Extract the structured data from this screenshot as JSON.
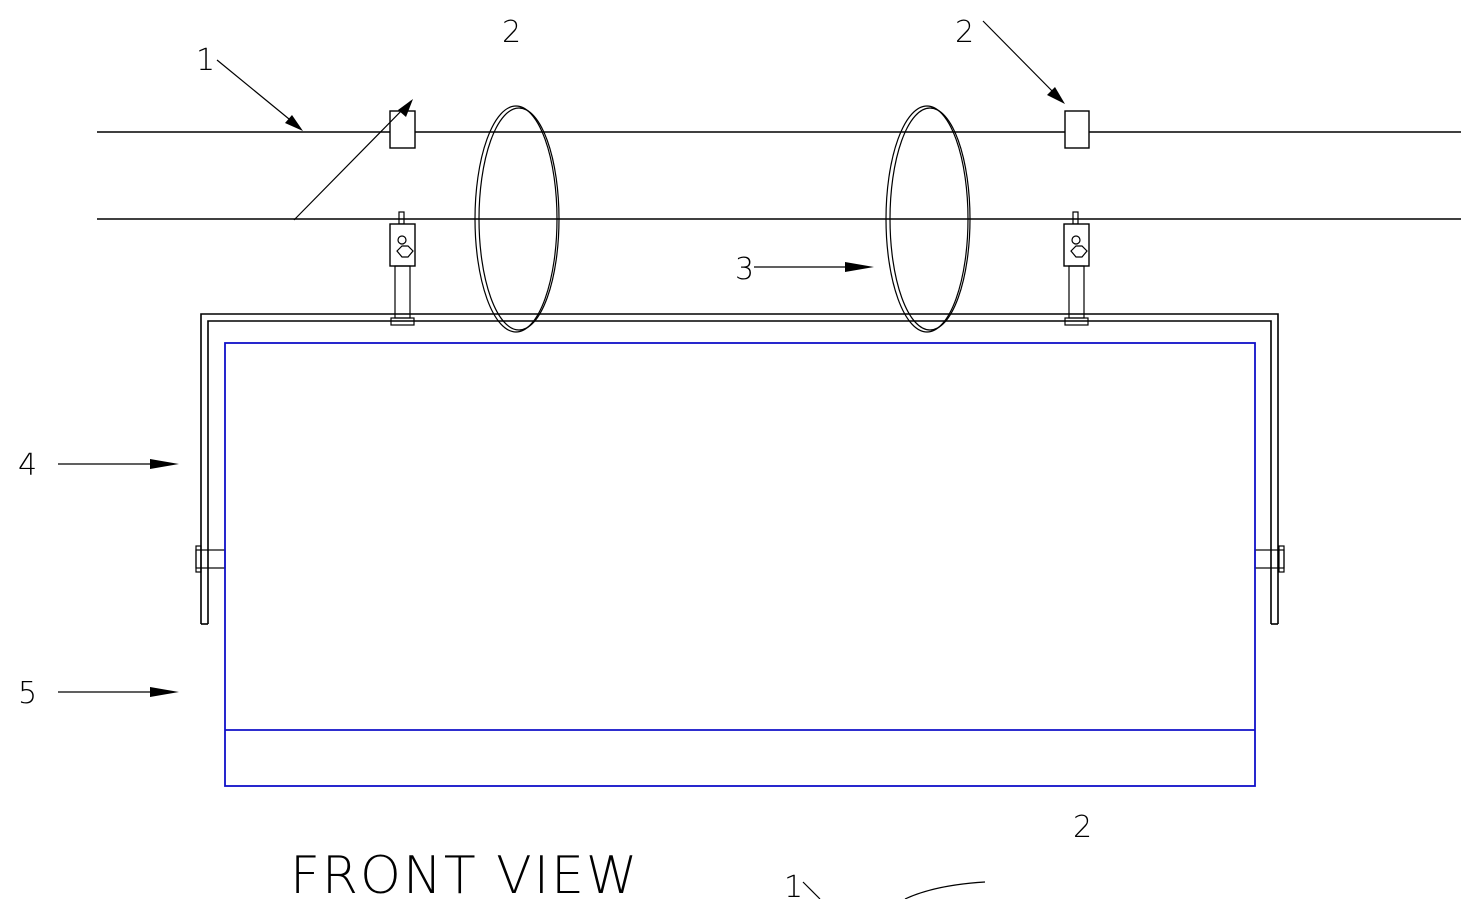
{
  "drawing": {
    "callouts": {
      "c1_top": "1",
      "c2_left": "2",
      "c2_right": "2",
      "c3": "3",
      "c4": "4",
      "c5": "5",
      "c2_bottom": "2",
      "c1_bottom": "1"
    },
    "title": "FRONT VIEW",
    "colors": {
      "line": "#000000",
      "panel": "#1010c8",
      "background": "#ffffff"
    }
  }
}
